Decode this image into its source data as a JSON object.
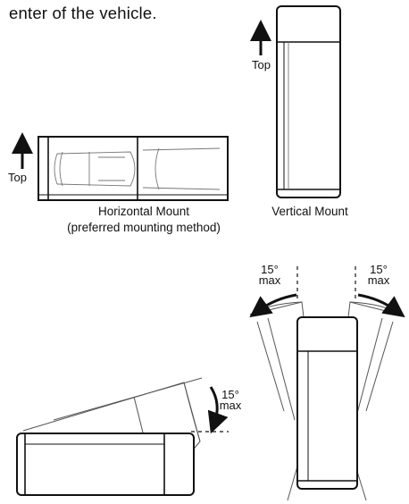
{
  "intro_text": "enter of the vehicle.",
  "horizontal": {
    "caption_line1": "Horizontal Mount",
    "caption_line2": "(preferred mounting method)",
    "top_label": "Top"
  },
  "vertical": {
    "caption": "Vertical Mount",
    "top_label": "Top"
  },
  "tilt_left": {
    "degrees": "15°",
    "unit": "max"
  },
  "tilt_right": {
    "degrees": "15°",
    "unit": "max"
  },
  "tilt_horizontal": {
    "degrees": "15°",
    "unit": "max"
  }
}
